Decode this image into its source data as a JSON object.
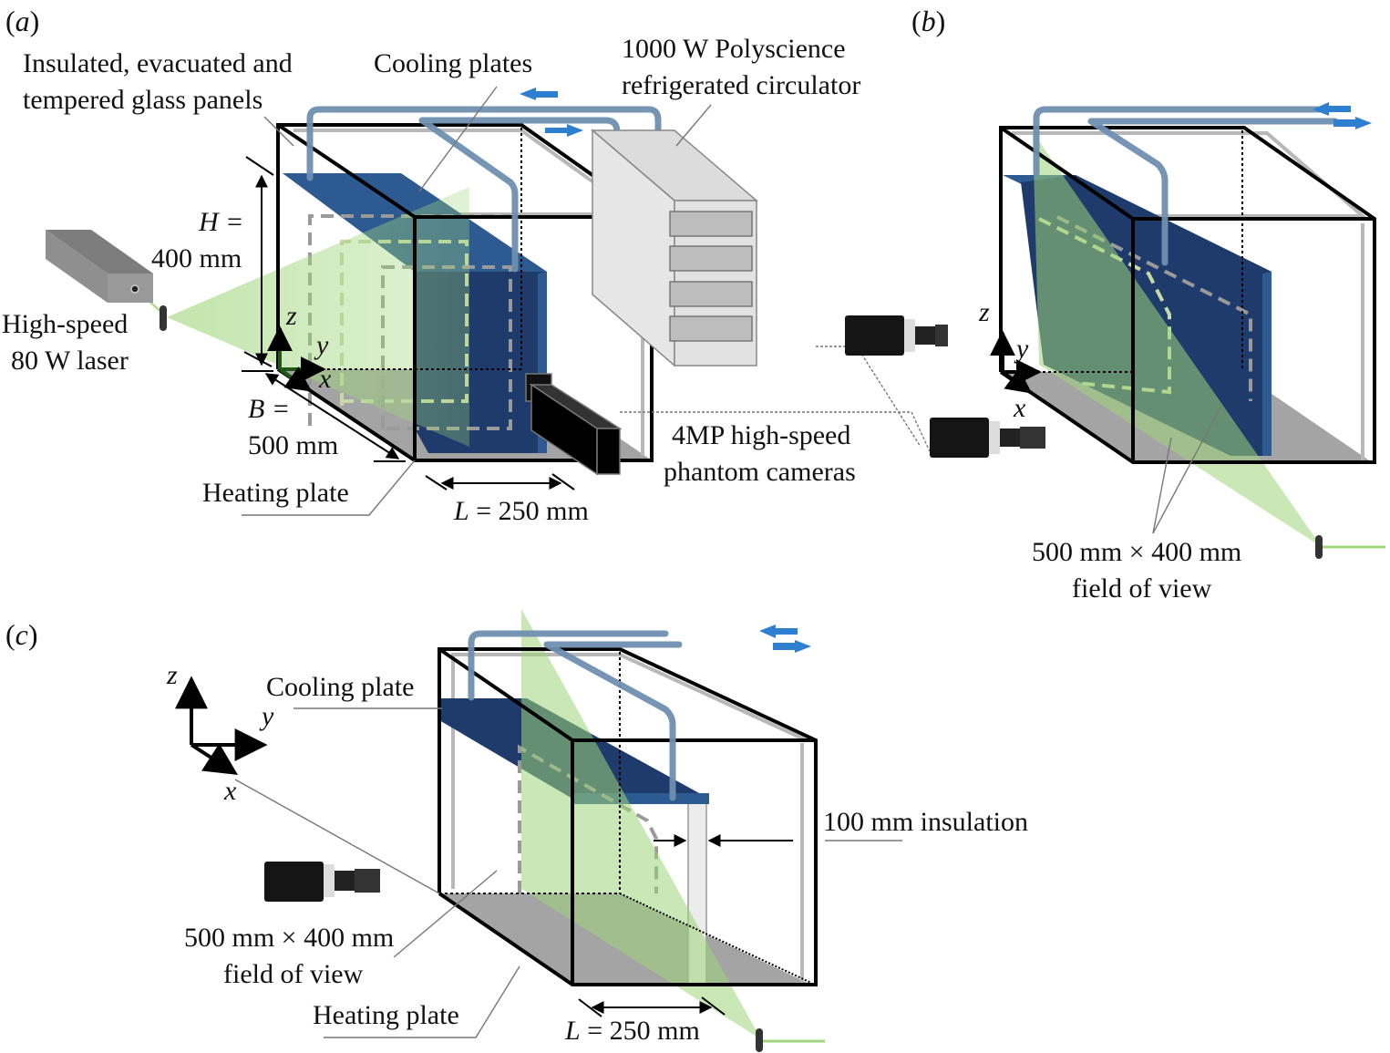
{
  "figure": {
    "panels": {
      "a": {
        "label": "(a)",
        "labels": {
          "glass_panels_line1": "Insulated, evacuated and",
          "glass_panels_line2": "tempered glass panels",
          "cooling_plates": "Cooling plates",
          "circulator_line1": "1000 W Polyscience",
          "circulator_line2": "refrigerated circulator",
          "height_line1": "H =",
          "height_line2": "400 mm",
          "laser_line1": "High-speed",
          "laser_line2": "80 W laser",
          "breadth_line1": "B =",
          "breadth_line2": "500 mm",
          "heating_plate": "Heating plate",
          "length": "L = 250 mm",
          "cameras_line1": "4MP high-speed",
          "cameras_line2": "phantom cameras",
          "axis_x": "x",
          "axis_y": "y",
          "axis_z": "z"
        }
      },
      "b": {
        "label": "(b)",
        "labels": {
          "fov_line1": "500 mm × 400 mm",
          "fov_line2": "field of view",
          "axis_x": "x",
          "axis_y": "y",
          "axis_z": "z"
        }
      },
      "c": {
        "label": "(c)",
        "labels": {
          "cooling_plate": "Cooling plate",
          "insulation": "100 mm insulation",
          "fov_line1": "500 mm × 400 mm",
          "fov_line2": "field of view",
          "heating_plate": "Heating plate",
          "length": "L = 250 mm",
          "axis_x": "x",
          "axis_y": "y",
          "axis_z": "z"
        }
      }
    },
    "colors": {
      "cooling_plate": "#1f3b6c",
      "laser_sheet": "#9fd67a",
      "heating_plate": "#a4a4a4",
      "flow_arrow": "#2f7fd0",
      "pipe": "#6f8fb0"
    }
  }
}
